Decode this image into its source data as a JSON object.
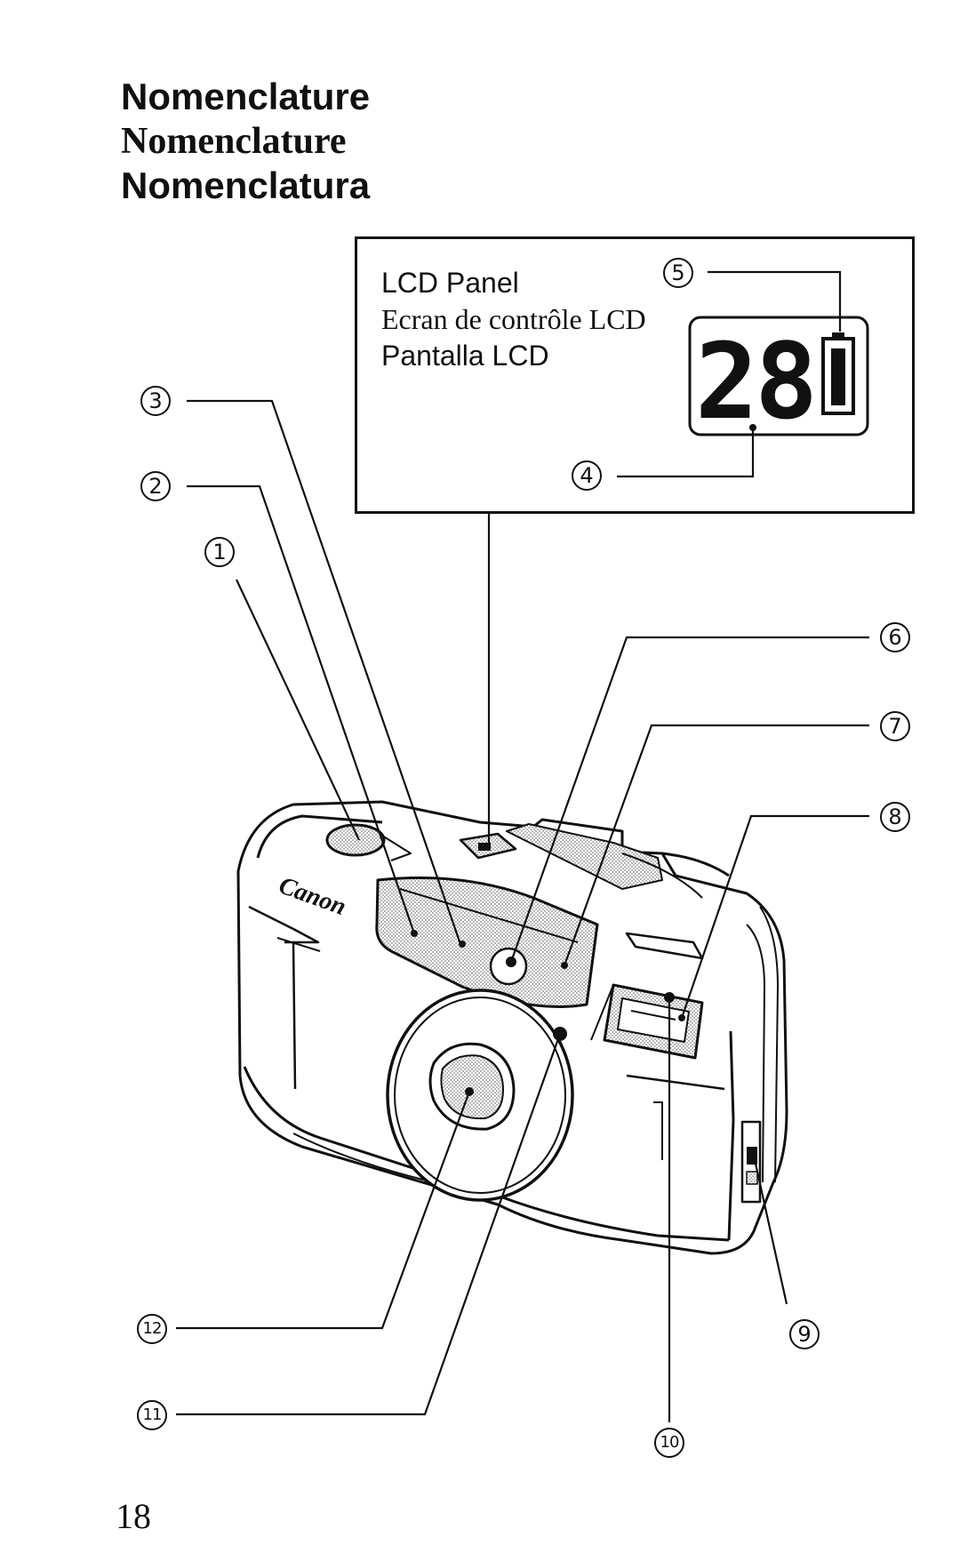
{
  "title": {
    "english": "Nomenclature",
    "french": "Nomenclature",
    "spanish": "Nomenclatura"
  },
  "lcd_panel": {
    "english": "LCD Panel",
    "french": "Ecran de contrôle LCD",
    "spanish": "Pantalla LCD",
    "display_digits": "28"
  },
  "callouts": {
    "c1": "1",
    "c2": "2",
    "c3": "3",
    "c4": "4",
    "c5": "5",
    "c6": "6",
    "c7": "7",
    "c8": "8",
    "c9": "9",
    "c10": "10",
    "c11": "11",
    "c12": "12"
  },
  "camera": {
    "brand": "Canon"
  },
  "page_number": "18"
}
